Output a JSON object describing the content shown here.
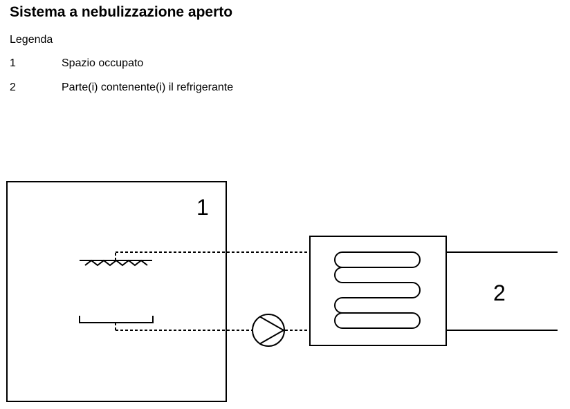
{
  "title": "Sistema a nebulizzazione aperto",
  "legend": {
    "heading": "Legenda",
    "items": [
      {
        "number": "1",
        "text": "Spazio occupato"
      },
      {
        "number": "2",
        "text": "Parte(i) contenente(i) il refrigerante"
      }
    ]
  },
  "diagram": {
    "label_occupied_space": "1",
    "label_refrigerant_part": "2"
  }
}
